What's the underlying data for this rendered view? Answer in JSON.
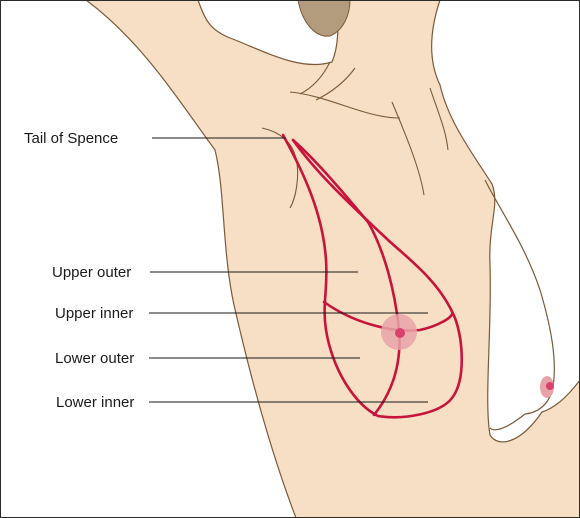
{
  "labels": {
    "tail": "Tail of Spence",
    "upper_outer": "Upper outer",
    "upper_inner": "Upper inner",
    "lower_outer": "Lower outer",
    "lower_inner": "Lower inner"
  },
  "colors": {
    "skin": "#f6dfc4",
    "skin_outline": "#7a5a3a",
    "hair": "#b39c7d",
    "quadrant_lines": "#c8143c",
    "areola": "#e8a3a8",
    "nipple": "#d8426a",
    "leader_lines": "#1a1a1a"
  }
}
